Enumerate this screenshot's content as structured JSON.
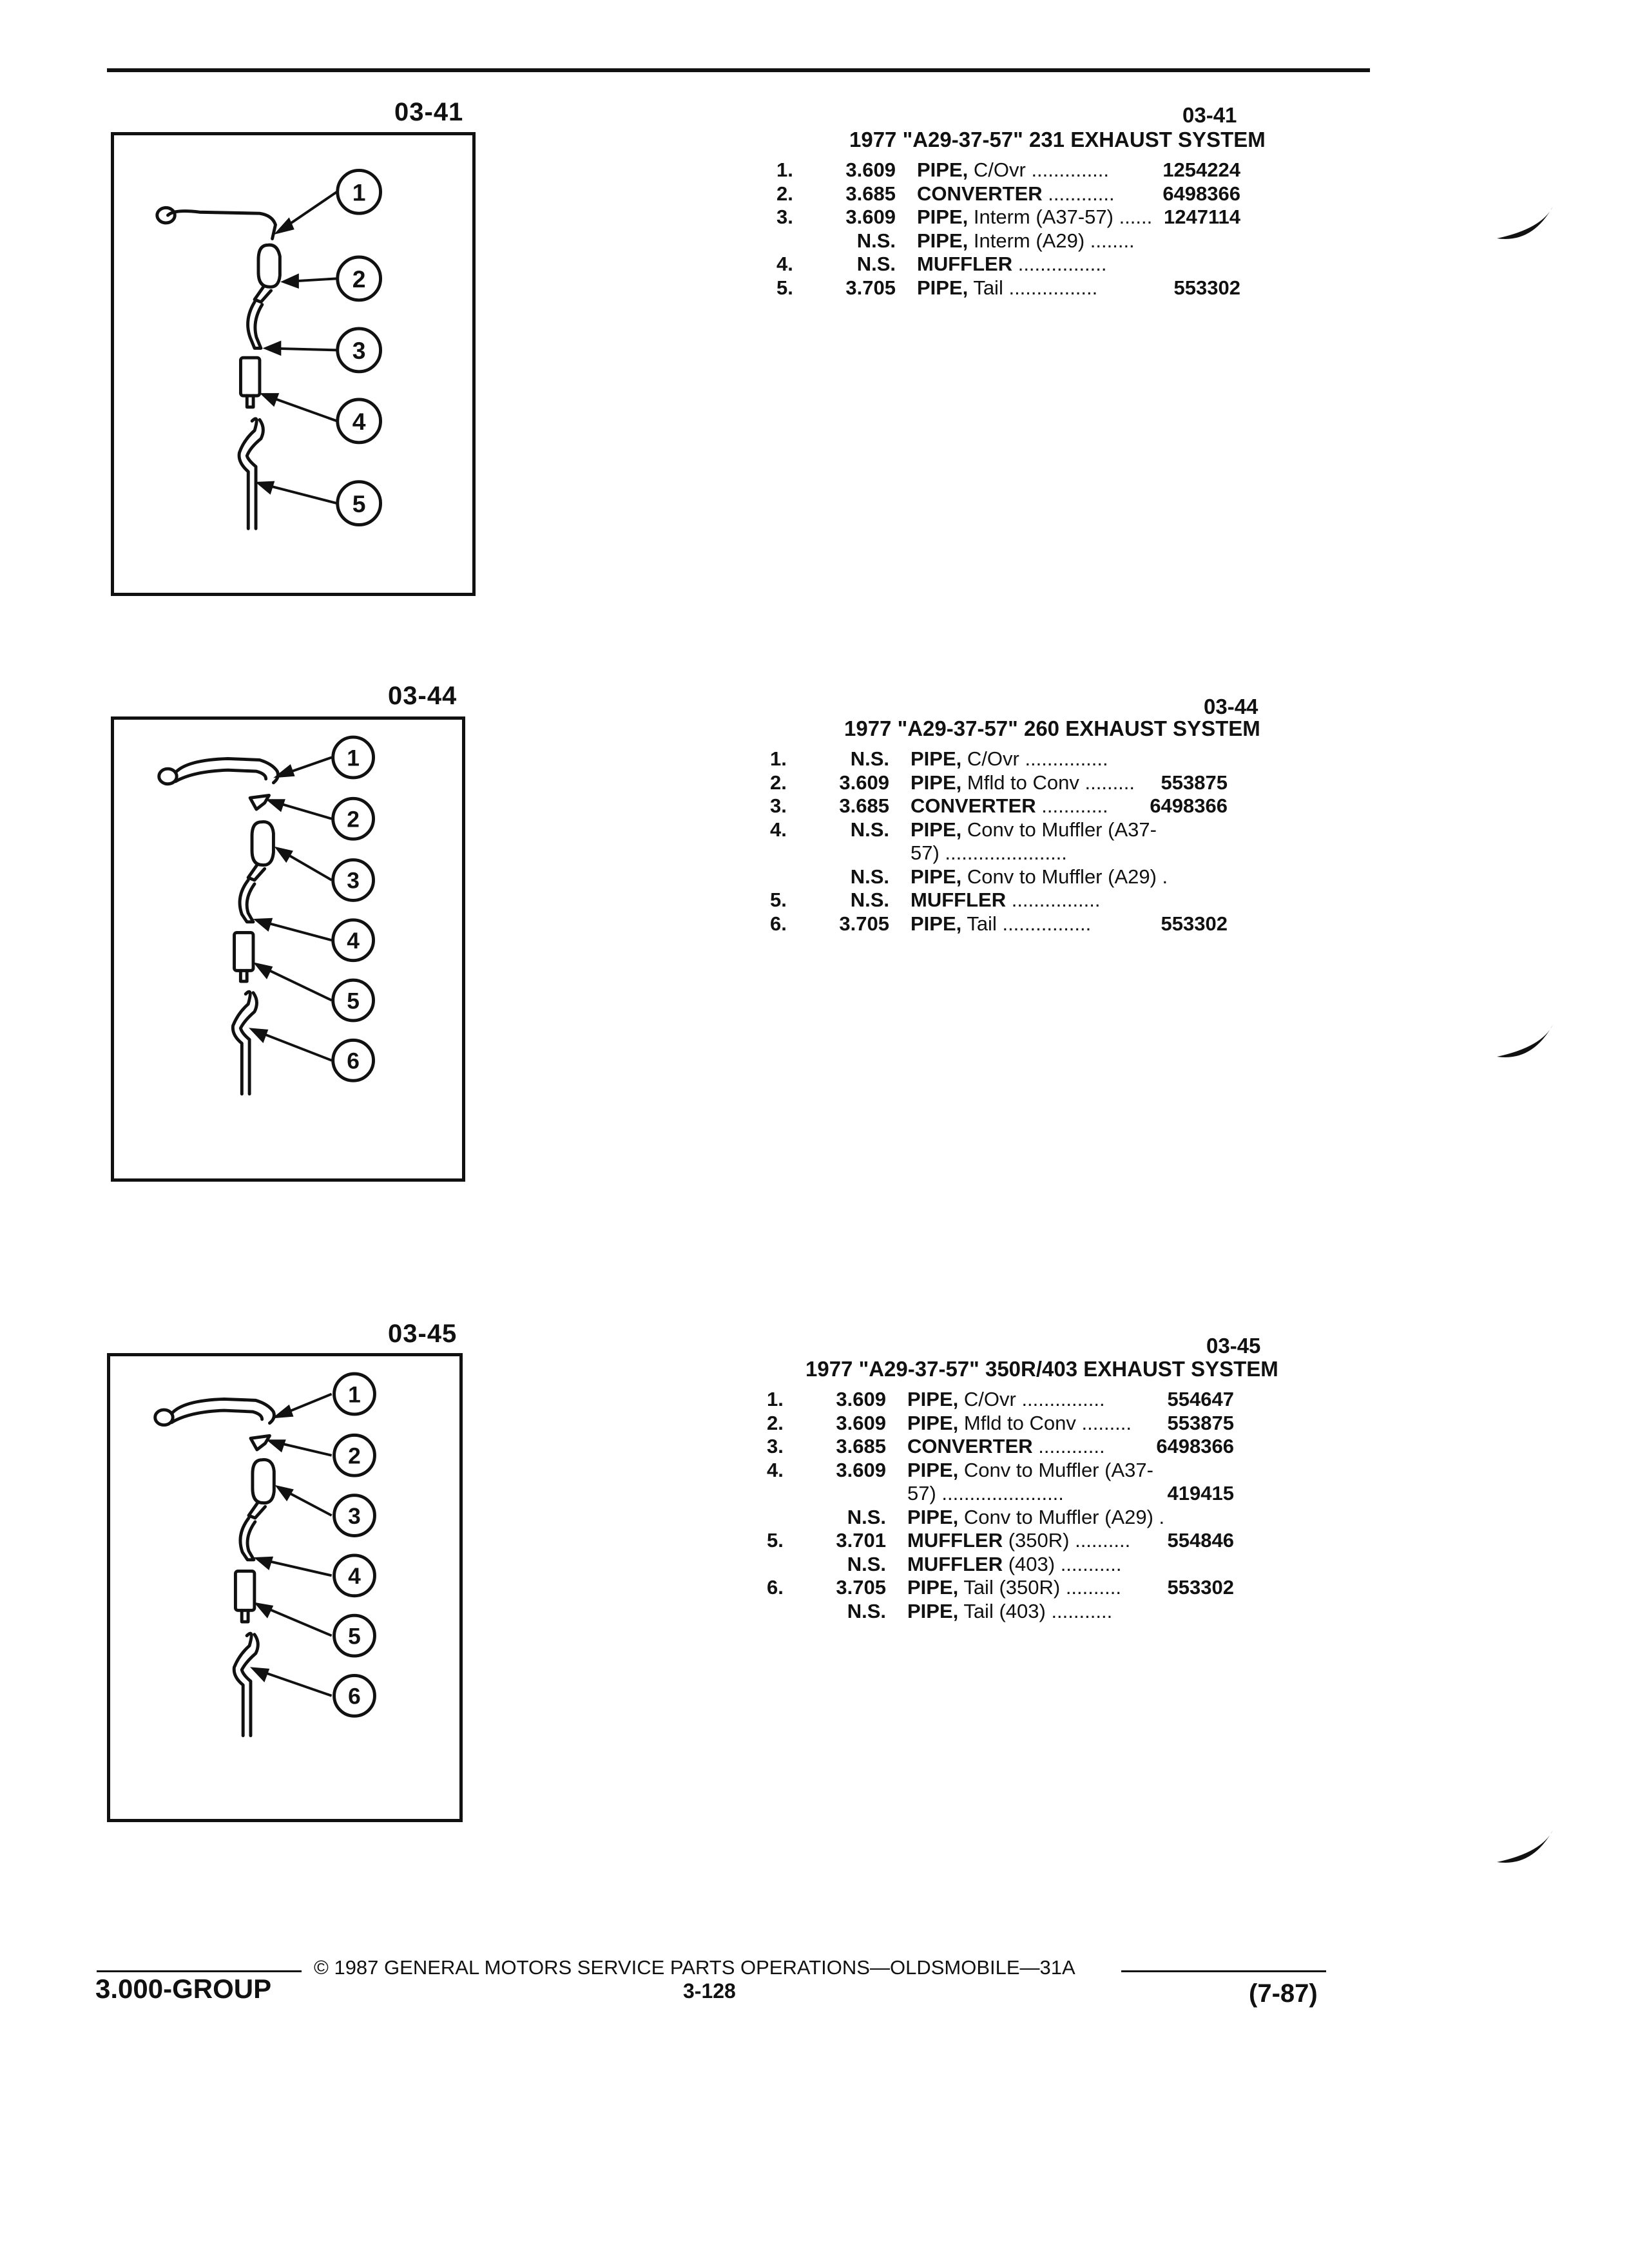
{
  "figures": [
    {
      "id": "03-41",
      "callouts": [
        "1",
        "2",
        "3",
        "4",
        "5"
      ],
      "code": "03-41",
      "title": "1977 \"A29-37-57\" 231 EXHAUST SYSTEM",
      "rows": [
        {
          "no": "1.",
          "group": "3.609",
          "name": "PIPE,",
          "detail": " C/Ovr",
          "dots": " ..............",
          "part": "1254224"
        },
        {
          "no": "2.",
          "group": "3.685",
          "name": "CONVERTER",
          "detail": "",
          "dots": " ............",
          "part": "6498366"
        },
        {
          "no": "3.",
          "group": "3.609",
          "name": "PIPE,",
          "detail": " Interm (A37-57)",
          "dots": " ......",
          "part": "1247114"
        },
        {
          "no": "",
          "group": "N.S.",
          "name": "PIPE,",
          "detail": " Interm (A29)",
          "dots": " ........",
          "part": ""
        },
        {
          "no": "4.",
          "group": "N.S.",
          "name": "MUFFLER",
          "detail": "",
          "dots": " ................",
          "part": ""
        },
        {
          "no": "5.",
          "group": "3.705",
          "name": "PIPE,",
          "detail": " Tail",
          "dots": " ................",
          "part": "553302"
        }
      ]
    },
    {
      "id": "03-44",
      "callouts": [
        "1",
        "2",
        "3",
        "4",
        "5",
        "6"
      ],
      "code": "03-44",
      "title": "1977 \"A29-37-57\" 260 EXHAUST SYSTEM",
      "rows": [
        {
          "no": "1.",
          "group": "N.S.",
          "name": "PIPE,",
          "detail": " C/Ovr",
          "dots": " ...............",
          "part": ""
        },
        {
          "no": "2.",
          "group": "3.609",
          "name": "PIPE,",
          "detail": " Mfld to Conv",
          "dots": " .........",
          "part": "553875"
        },
        {
          "no": "3.",
          "group": "3.685",
          "name": "CONVERTER",
          "detail": "",
          "dots": " ............",
          "part": "6498366"
        },
        {
          "no": "4.",
          "group": "N.S.",
          "name": "PIPE,",
          "detail": " Conv to Muffler (A37-",
          "dots": "",
          "part": ""
        },
        {
          "no": "",
          "group": "",
          "name": "",
          "detail": "57)",
          "dots": " ......................",
          "part": ""
        },
        {
          "no": "",
          "group": "N.S.",
          "name": "PIPE,",
          "detail": " Conv to Muffler (A29)",
          "dots": " .",
          "part": ""
        },
        {
          "no": "5.",
          "group": "N.S.",
          "name": "MUFFLER",
          "detail": "",
          "dots": " ................",
          "part": ""
        },
        {
          "no": "6.",
          "group": "3.705",
          "name": "PIPE,",
          "detail": " Tail",
          "dots": " ................",
          "part": "553302"
        }
      ]
    },
    {
      "id": "03-45",
      "callouts": [
        "1",
        "2",
        "3",
        "4",
        "5",
        "6"
      ],
      "code": "03-45",
      "title": "1977 \"A29-37-57\" 350R/403 EXHAUST SYSTEM",
      "rows": [
        {
          "no": "1.",
          "group": "3.609",
          "name": "PIPE,",
          "detail": " C/Ovr",
          "dots": " ...............",
          "part": "554647"
        },
        {
          "no": "2.",
          "group": "3.609",
          "name": "PIPE,",
          "detail": " Mfld to Conv",
          "dots": " .........",
          "part": "553875"
        },
        {
          "no": "3.",
          "group": "3.685",
          "name": "CONVERTER",
          "detail": "",
          "dots": " ............",
          "part": "6498366"
        },
        {
          "no": "4.",
          "group": "3.609",
          "name": "PIPE,",
          "detail": " Conv to Muffler (A37-",
          "dots": "",
          "part": ""
        },
        {
          "no": "",
          "group": "",
          "name": "",
          "detail": "57)",
          "dots": " ......................",
          "part": "419415"
        },
        {
          "no": "",
          "group": "N.S.",
          "name": "PIPE,",
          "detail": " Conv to Muffler (A29)",
          "dots": " .",
          "part": ""
        },
        {
          "no": "5.",
          "group": "3.701",
          "name": "MUFFLER",
          "detail": " (350R)",
          "dots": " ..........",
          "part": "554846"
        },
        {
          "no": "",
          "group": "N.S.",
          "name": "MUFFLER",
          "detail": " (403)",
          "dots": " ...........",
          "part": ""
        },
        {
          "no": "6.",
          "group": "3.705",
          "name": "PIPE,",
          "detail": " Tail (350R)",
          "dots": " ..........",
          "part": "553302"
        },
        {
          "no": "",
          "group": "N.S.",
          "name": "PIPE,",
          "detail": " Tail (403)",
          "dots": " ...........",
          "part": ""
        }
      ]
    }
  ],
  "footer": {
    "copyright": "© 1987 GENERAL MOTORS SERVICE PARTS OPERATIONS—OLDSMOBILE—31A",
    "group": "3.000-GROUP",
    "page": "3-128",
    "date": "(7-87)"
  },
  "colors": {
    "ink": "#111111",
    "paper": "#ffffff"
  }
}
